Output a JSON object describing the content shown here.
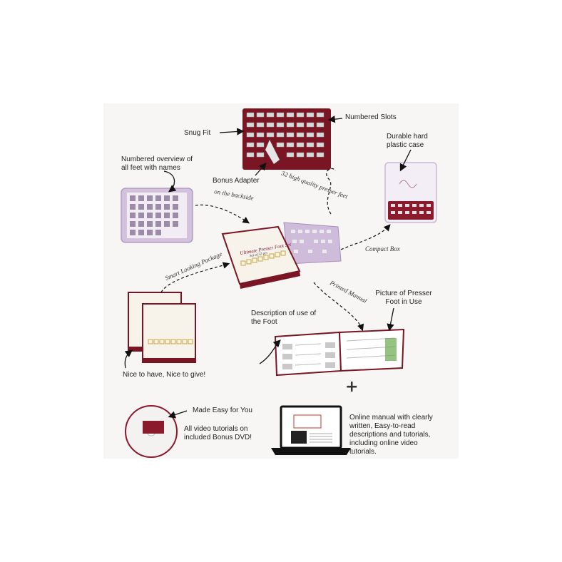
{
  "labels": {
    "numbered_slots": "Numbered Slots",
    "snug_fit": "Snug Fit",
    "durable_case": "Durable hard plastic case",
    "numbered_overview": "Numbered overview of all feet with names",
    "bonus_adapter": "Bonus Adapter",
    "picture_presser": "Picture of Presser Foot in Use",
    "description_use": "Description of use of the Foot",
    "nice_to_have": "Nice to have, Nice to give!",
    "made_easy": "Made Easy for You",
    "video_tutorials": "All video tutorials on included Bonus DVD!",
    "online_manual": "Online manual with clearly written, Easy-to-read descriptions and tutorials, including online video tutorials.",
    "plus": "+"
  },
  "script_labels": {
    "high_quality": "32 high quality presser feet",
    "backside": "on the backside",
    "compact_box": "Compact Box",
    "smart_package": "Smart Looking Package",
    "printed_manual": "Printed Manual"
  },
  "box": {
    "title": "Ultimate Presser Foot Set",
    "subtitle": "Set of 32 pcs"
  },
  "colors": {
    "maroon": "#7a1524",
    "lavender": "#cbb4d6",
    "gold": "#c8a640",
    "cream": "#f4ece0"
  }
}
